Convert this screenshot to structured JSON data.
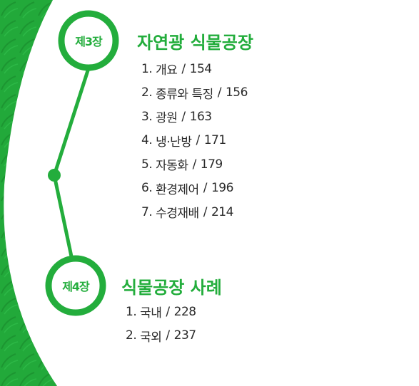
{
  "colors": {
    "accent": "#23ad3c",
    "leaf_dark": "#1d9a34",
    "text": "#2b2b2b",
    "background": "#ffffff"
  },
  "chapters": [
    {
      "badge": "제3장",
      "title": "자연광 식물공장",
      "items": [
        {
          "number": "1.",
          "title": "개요",
          "page": "154"
        },
        {
          "number": "2.",
          "title": "종류와 특징",
          "page": "156"
        },
        {
          "number": "3.",
          "title": "광원",
          "page": "163"
        },
        {
          "number": "4.",
          "title": "냉·난방",
          "page": "171"
        },
        {
          "number": "5.",
          "title": "자동화",
          "page": "179"
        },
        {
          "number": "6.",
          "title": "환경제어",
          "page": "196"
        },
        {
          "number": "7.",
          "title": "수경재배",
          "page": "214"
        }
      ]
    },
    {
      "badge": "제4장",
      "title": "식물공장 사례",
      "items": [
        {
          "number": "1.",
          "title": "국내",
          "page": "228"
        },
        {
          "number": "2.",
          "title": "국외",
          "page": "237"
        }
      ]
    }
  ],
  "separator": "/"
}
